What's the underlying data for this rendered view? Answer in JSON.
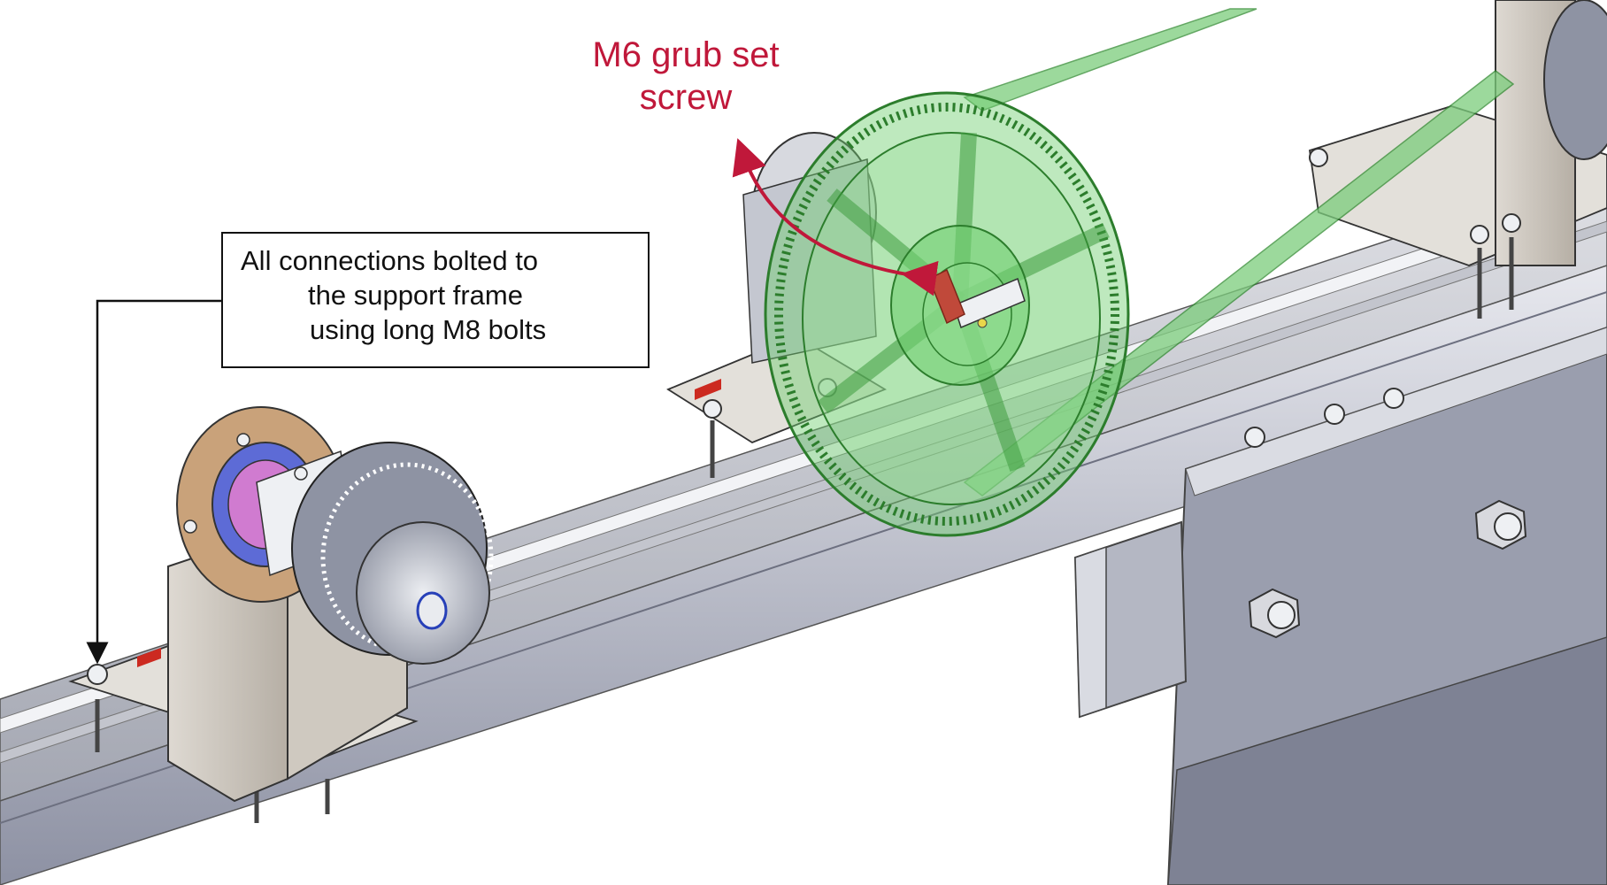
{
  "callout": {
    "line1": "All connections bolted to",
    "line2": "the support frame",
    "line3": "using long M8 bolts"
  },
  "grub_label": {
    "line1": "M6 grub set",
    "line2": "screw"
  },
  "colors": {
    "annotation_red": "#c0183a",
    "pulley_green": "#4ec24e",
    "frame_gray": "#8d91a3",
    "bracket_beige": "#c9c2b8",
    "slot_red": "#cc2a20"
  }
}
